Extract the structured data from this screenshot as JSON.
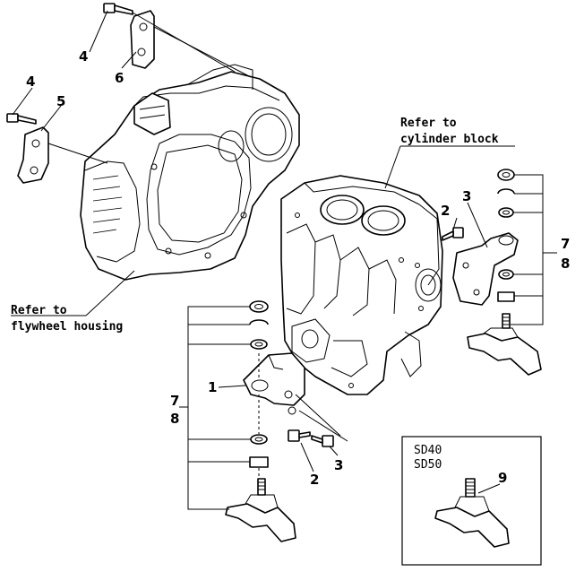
{
  "references": {
    "cylinder_block": [
      "Refer to",
      "cylinder block"
    ],
    "flywheel_housing": [
      "Refer to",
      "flywheel housing"
    ]
  },
  "callouts": {
    "c1": "1",
    "c2a": "2",
    "c2b": "2",
    "c3a": "3",
    "c3b": "3",
    "c4a": "4",
    "c4b": "4",
    "c5": "5",
    "c6": "6",
    "c7a": "7",
    "c8a": "8",
    "c7b": "7",
    "c8b": "8",
    "c9": "9"
  },
  "inset": {
    "models": [
      "SD40",
      "SD50"
    ]
  }
}
